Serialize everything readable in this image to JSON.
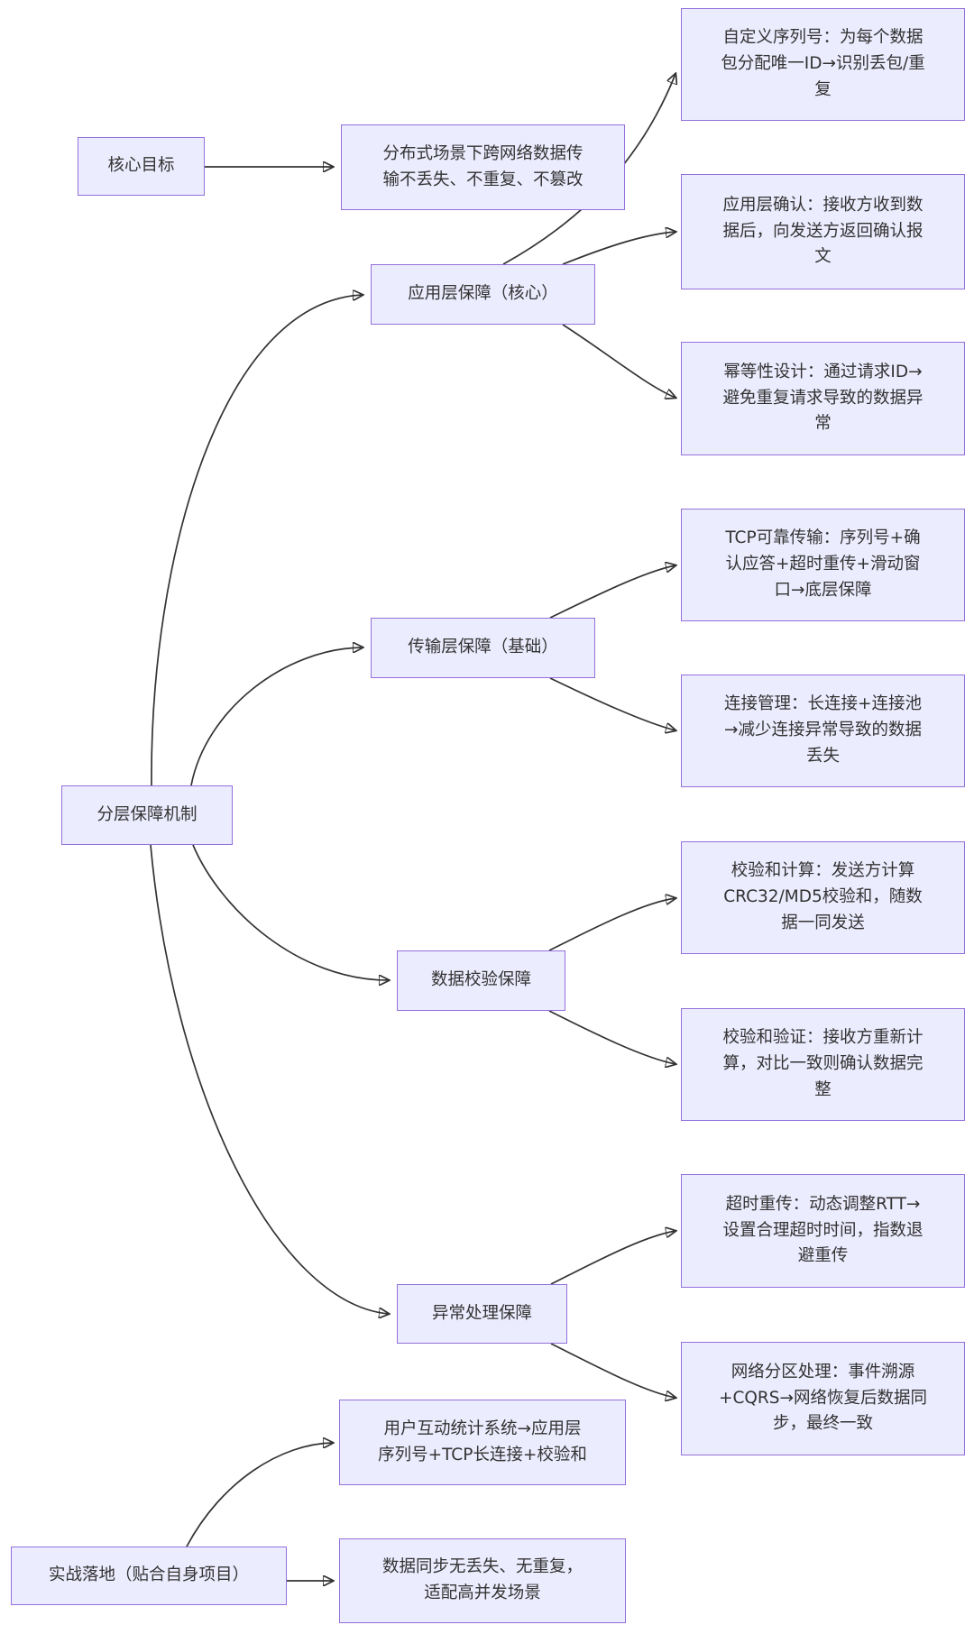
{
  "diagram": {
    "type": "flowchart-left-to-right",
    "colors": {
      "node_fill": "#ECECFF",
      "node_border": "#9370DB",
      "edge": "#333333",
      "text": "#333333",
      "background": "#FFFFFF"
    },
    "nodes": {
      "core_goal": {
        "label": "核心目标"
      },
      "dist_goal": {
        "label": "分布式场景下跨网络数据传输不丢失、不重复、不篡改"
      },
      "layered": {
        "label": "分层保障机制"
      },
      "app_layer": {
        "label": "应用层保障（核心）"
      },
      "transport_layer": {
        "label": "传输层保障（基础）"
      },
      "data_check": {
        "label": "数据校验保障"
      },
      "exception": {
        "label": "异常处理保障"
      },
      "practice": {
        "label": "实战落地（贴合自身项目）"
      },
      "seq": {
        "label": "自定义序列号：为每个数据包分配唯一ID→识别丢包/重复"
      },
      "ack": {
        "label": "应用层确认：接收方收到数据后，向发送方返回确认报文"
      },
      "idem": {
        "label": "幂等性设计：通过请求ID→避免重复请求导致的数据异常"
      },
      "tcp": {
        "label": "TCP可靠传输：序列号+确认应答+超时重传+滑动窗口→底层保障"
      },
      "conn": {
        "label": "连接管理：长连接+连接池→减少连接异常导致的数据丢失"
      },
      "checksum_calc": {
        "label": "校验和计算：发送方计算CRC32/MD5校验和，随数据一同发送"
      },
      "checksum_verify": {
        "label": "校验和验证：接收方重新计算，对比一致则确认数据完整"
      },
      "timeout_retry": {
        "label": "超时重传：动态调整RTT→设置合理超时时间，指数退避重传"
      },
      "partition": {
        "label": "网络分区处理：事件溯源+CQRS→网络恢复后数据同步，最终一致"
      },
      "user_system": {
        "label": "用户互动统计系统→应用层序列号+TCP长连接+校验和"
      },
      "data_sync": {
        "label": "数据同步无丢失、无重复，适配高并发场景"
      }
    },
    "edges": [
      {
        "from": "core_goal",
        "to": "dist_goal"
      },
      {
        "from": "layered",
        "to": "app_layer"
      },
      {
        "from": "layered",
        "to": "transport_layer"
      },
      {
        "from": "layered",
        "to": "data_check"
      },
      {
        "from": "layered",
        "to": "exception"
      },
      {
        "from": "app_layer",
        "to": "seq"
      },
      {
        "from": "app_layer",
        "to": "ack"
      },
      {
        "from": "app_layer",
        "to": "idem"
      },
      {
        "from": "transport_layer",
        "to": "tcp"
      },
      {
        "from": "transport_layer",
        "to": "conn"
      },
      {
        "from": "data_check",
        "to": "checksum_calc"
      },
      {
        "from": "data_check",
        "to": "checksum_verify"
      },
      {
        "from": "exception",
        "to": "timeout_retry"
      },
      {
        "from": "exception",
        "to": "partition"
      },
      {
        "from": "practice",
        "to": "user_system"
      },
      {
        "from": "practice",
        "to": "data_sync"
      }
    ]
  }
}
